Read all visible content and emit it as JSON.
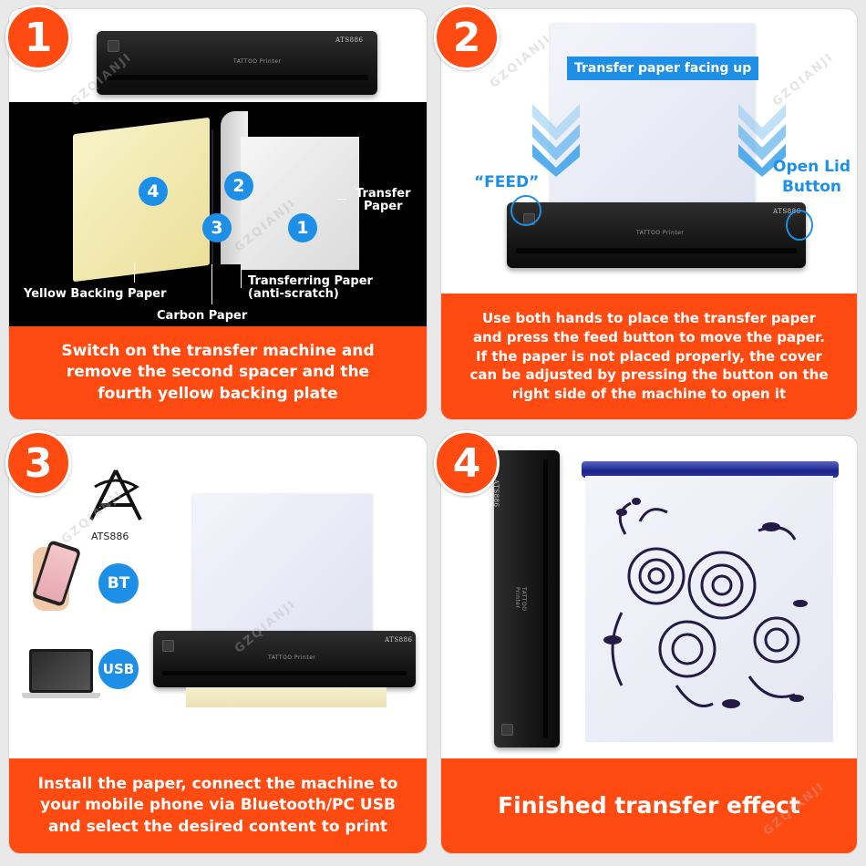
{
  "panels": {
    "p1": {
      "step": "1",
      "layers": {
        "n4": "4",
        "n2": "2",
        "n3": "3",
        "n1": "1"
      },
      "labels": {
        "transfer_paper": "Transfer\nPaper",
        "yellow_backing": "Yellow Backing Paper",
        "transferring": "Transferring Paper\n(anti-scratch)",
        "carbon": "Carbon Paper"
      },
      "caption": "Switch on the transfer machine and\nremove the second spacer and the\nfourth yellow backing plate"
    },
    "p2": {
      "step": "2",
      "facing_up": "Transfer paper facing up",
      "feed": "“FEED”",
      "open_lid": "Open Lid\nButton",
      "printer_text": "TATTOO Printer",
      "brand": "ATS886",
      "caption": "Use both hands to place the transfer paper\nand press the feed button to move the paper.\nIf the paper is not placed properly, the cover\ncan be adjusted by pressing the button on the\nright side of the machine to open it"
    },
    "p3": {
      "step": "3",
      "logo_text": "ATS886",
      "bt": "BT",
      "usb": "USB",
      "printer_text": "TATTOO Printer",
      "brand": "ATS886",
      "caption": "Install the paper, connect the machine to\nyour mobile phone via Bluetooth/PC USB\nand select the desired content to print"
    },
    "p4": {
      "step": "4",
      "printer_text": "TATTOO Printer",
      "brand": "ATS886",
      "caption": "Finished transfer effect"
    }
  },
  "printer_top": {
    "brand": "ATS886",
    "model": "TATTOO Printer"
  },
  "watermark": "GZQIANJI",
  "colors": {
    "accent": "#ff4a12",
    "step_blue": "#1e8fe6",
    "backing_yellow": "#f4efb8",
    "carbon": "#050505"
  }
}
